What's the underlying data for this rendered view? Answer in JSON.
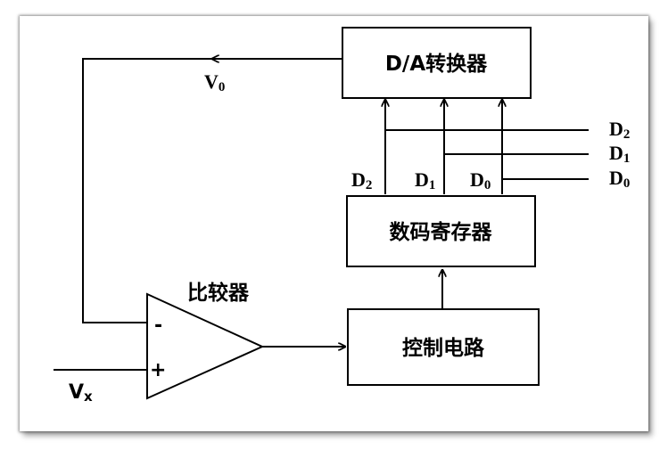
{
  "blocks": {
    "dac": "D/A转换器",
    "register": "数码寄存器",
    "control": "控制电路",
    "comparator": "比较器"
  },
  "signals": {
    "v0_main": "V",
    "v0_sub": "0",
    "vx_main": "V",
    "vx_sub": "x",
    "d2_main": "D",
    "d2_sub": "2",
    "d1_main": "D",
    "d1_sub": "1",
    "d0_main": "D",
    "d0_sub": "0"
  },
  "comparator_inputs": {
    "minus": "-",
    "plus": "+"
  }
}
